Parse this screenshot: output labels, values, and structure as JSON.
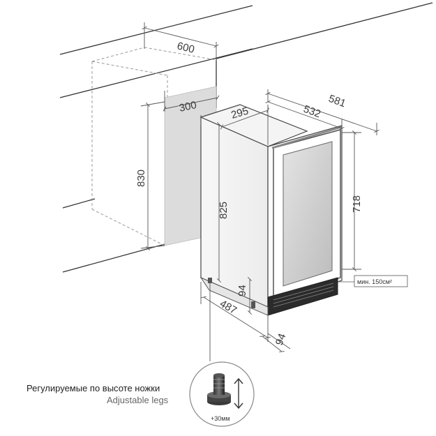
{
  "dimensions": {
    "niche_depth": "600",
    "niche_width": "300",
    "niche_height": "830",
    "unit_width": "295",
    "unit_depth": "532",
    "unit_depth_total": "581",
    "unit_height": "825",
    "door_height": "718",
    "plinth_height": "94",
    "door_open_depth": "487",
    "plinth_depth": "94"
  },
  "notes": {
    "vent_area": "мин. 150см²",
    "leg_range": "+30мм"
  },
  "caption": {
    "ru": "Регулируемые по высоте ножки",
    "en": "Adjustable legs"
  }
}
